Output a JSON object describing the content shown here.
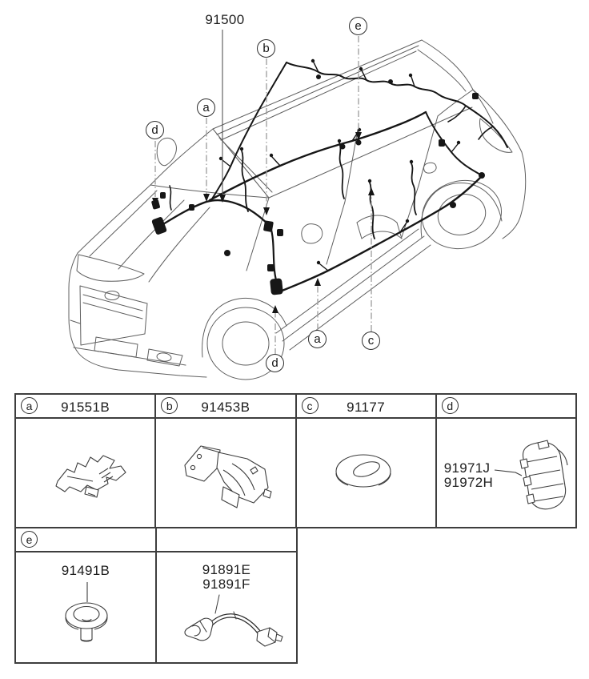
{
  "diagram": {
    "main_label": "91500",
    "callouts": {
      "d_top": "d",
      "a_top": "a",
      "b_top": "b",
      "e_top": "e",
      "d_bottom": "d",
      "a_bottom": "a",
      "c_bottom": "c"
    }
  },
  "table": {
    "cells": {
      "a": {
        "letter": "a",
        "part": "91551B"
      },
      "b": {
        "letter": "b",
        "part": "91453B"
      },
      "c": {
        "letter": "c",
        "part": "91177"
      },
      "d": {
        "letter": "d",
        "labels": [
          "91971J",
          "91972H"
        ]
      },
      "e": {
        "letter": "e",
        "label": "91491B"
      },
      "wire": {
        "labels": [
          "91891E",
          "91891F"
        ]
      }
    }
  },
  "colors": {
    "body_line": "#5f5f5f",
    "harness": "#161616",
    "leader": "#9c9c9c",
    "border": "#3e3e3e",
    "text": "#1d1d1d"
  }
}
